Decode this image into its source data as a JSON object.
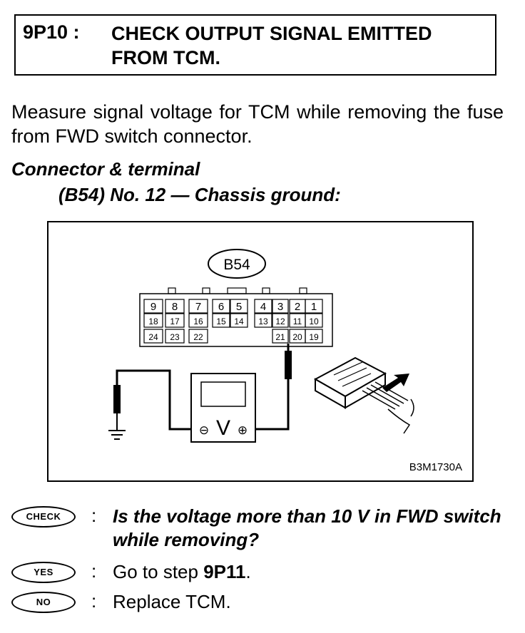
{
  "step": {
    "number": "9P10 :",
    "title": "CHECK OUTPUT SIGNAL EMITTED FROM TCM."
  },
  "instruction": "Measure signal voltage for TCM while removing the fuse from FWD switch connector.",
  "condition": {
    "line1": "Connector & terminal",
    "line2": "(B54) No. 12 — Chassis ground:"
  },
  "figure": {
    "connector_label": "B54",
    "pins_row1": [
      "9",
      "8",
      "7",
      "6",
      "5",
      "4",
      "3",
      "2",
      "1"
    ],
    "pins_row2": [
      "18",
      "17",
      "16",
      "15",
      "14",
      "13",
      "12",
      "11",
      "10"
    ],
    "pins_row3": [
      "24",
      "23",
      "22",
      "21",
      "20",
      "19"
    ],
    "meter_symbol": "V",
    "minus_symbol": "⊖",
    "plus_symbol": "⊕",
    "code": "B3M1730A"
  },
  "check": {
    "badge": "CHECK",
    "colon": ":",
    "question": "Is the voltage more than 10 V in FWD switch while removing?"
  },
  "yes": {
    "badge": "YES",
    "colon": ":",
    "text_prefix": "Go to step ",
    "step_ref": "9P11",
    "text_suffix": "."
  },
  "no": {
    "badge": "NO",
    "colon": ":",
    "text": "Replace TCM."
  }
}
